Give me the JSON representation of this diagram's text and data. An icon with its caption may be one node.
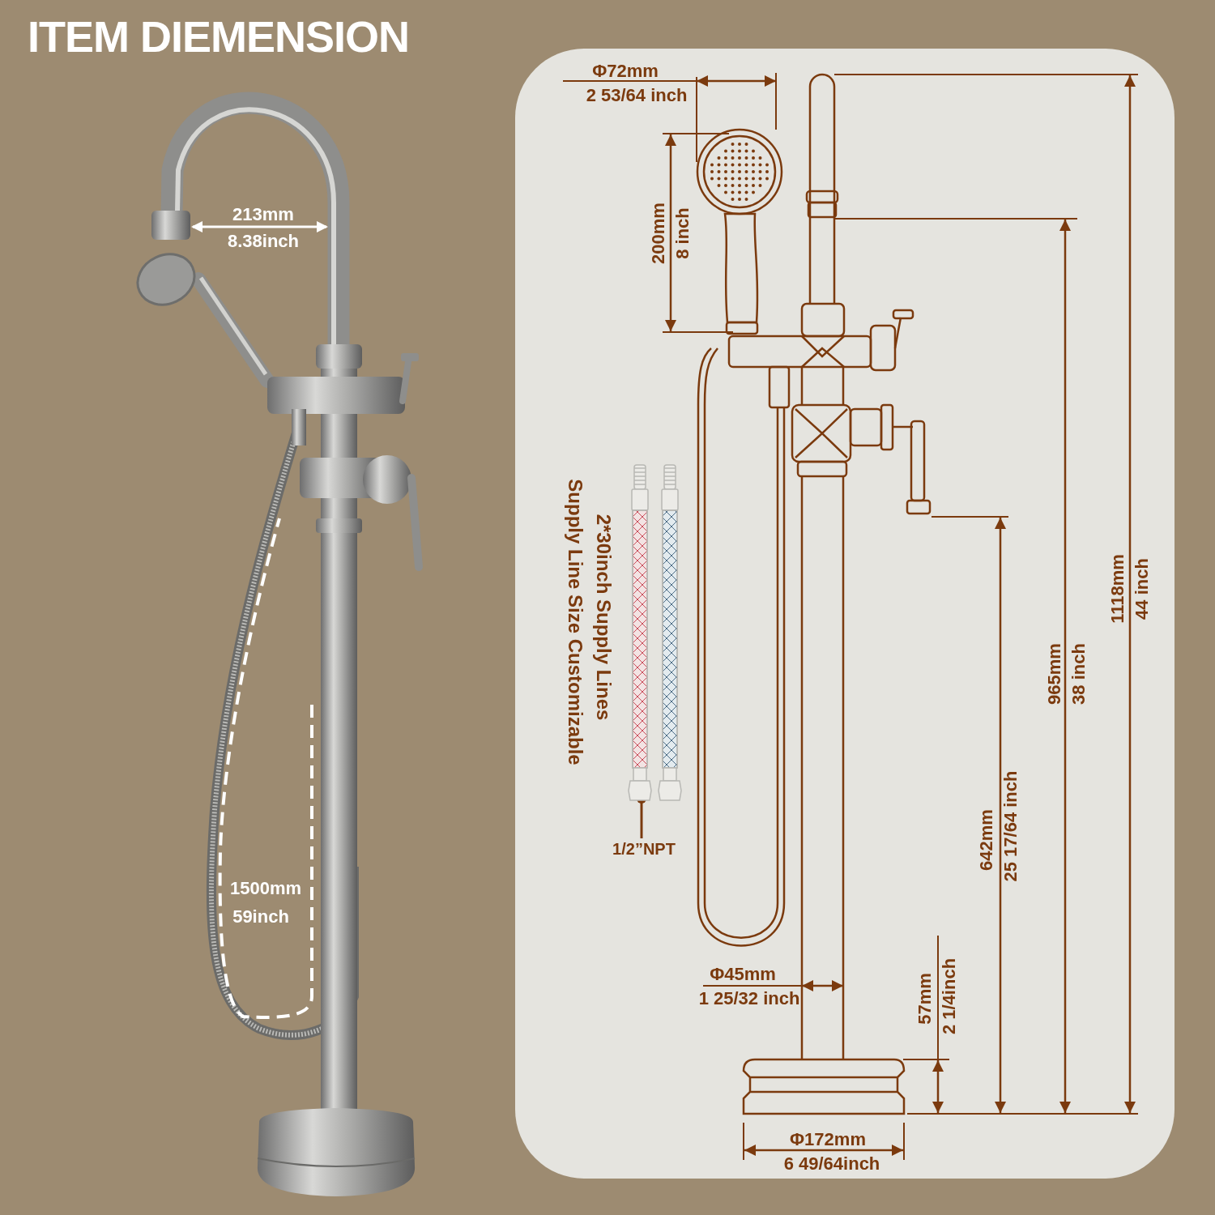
{
  "diagram": {
    "title": "ITEM DIEMENSION",
    "nodes": [
      {
        "text": [
          "1/2”NPT"
        ]
      },
      {
        "text": [],
        "shape": "picture"
      }
    ],
    "edges": [
      {
        "from": 0,
        "to": 1,
        "arrow": "other"
      }
    ],
    "labels": [
      "213mm",
      "8.38inch",
      "1500mm",
      "59inch",
      "Φ72mm",
      "2 53/64 inch",
      "200mm",
      "8 inch",
      "2*30inch Supply Lines",
      "Supply Line Size Customizable",
      "1118mm",
      "44 inch",
      "965mm",
      "38 inch",
      "642mm",
      "25 17/64 inch",
      "Φ45mm",
      "1 25/32 inch",
      "57mm",
      "2 1/4inch",
      "Φ172mm",
      "6 49/64inch"
    ]
  }
}
